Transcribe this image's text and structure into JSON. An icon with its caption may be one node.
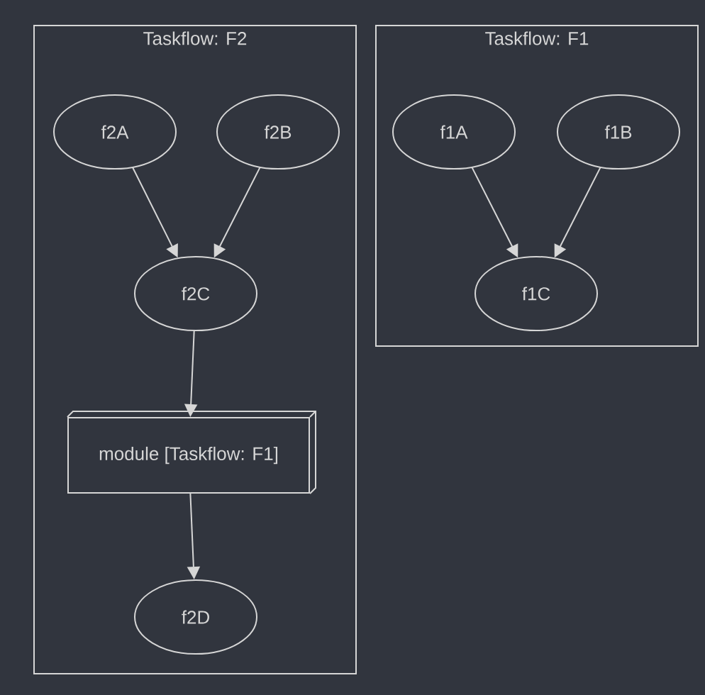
{
  "diagram": {
    "nodes": [
      {
        "text": [
          "Taskflow: F2"
        ]
      },
      {
        "text": [
          "f2A"
        ],
        "in": 0
      },
      {
        "text": [
          "f2B"
        ],
        "in": 0
      },
      {
        "text": [
          "f2C"
        ],
        "in": 0
      },
      {
        "text": [
          "module [Taskflow: F1]"
        ],
        "in": 0
      },
      {
        "text": [
          "f2D"
        ],
        "in": 0
      },
      {
        "text": [
          "Taskflow: F1"
        ]
      },
      {
        "text": [
          "f1A"
        ],
        "in": 6
      },
      {
        "text": [
          "f1B"
        ],
        "in": 6
      },
      {
        "text": [
          "f1C"
        ],
        "in": 6
      }
    ],
    "edges": [
      {
        "from": 1,
        "to": 3,
        "arrow": "to"
      },
      {
        "from": 2,
        "to": 3,
        "arrow": "to"
      },
      {
        "from": 3,
        "to": 4,
        "arrow": "to"
      },
      {
        "from": 4,
        "to": 5,
        "arrow": "to"
      },
      {
        "from": 7,
        "to": 9,
        "arrow": "to"
      },
      {
        "from": 8,
        "to": 9,
        "arrow": "to"
      }
    ]
  }
}
